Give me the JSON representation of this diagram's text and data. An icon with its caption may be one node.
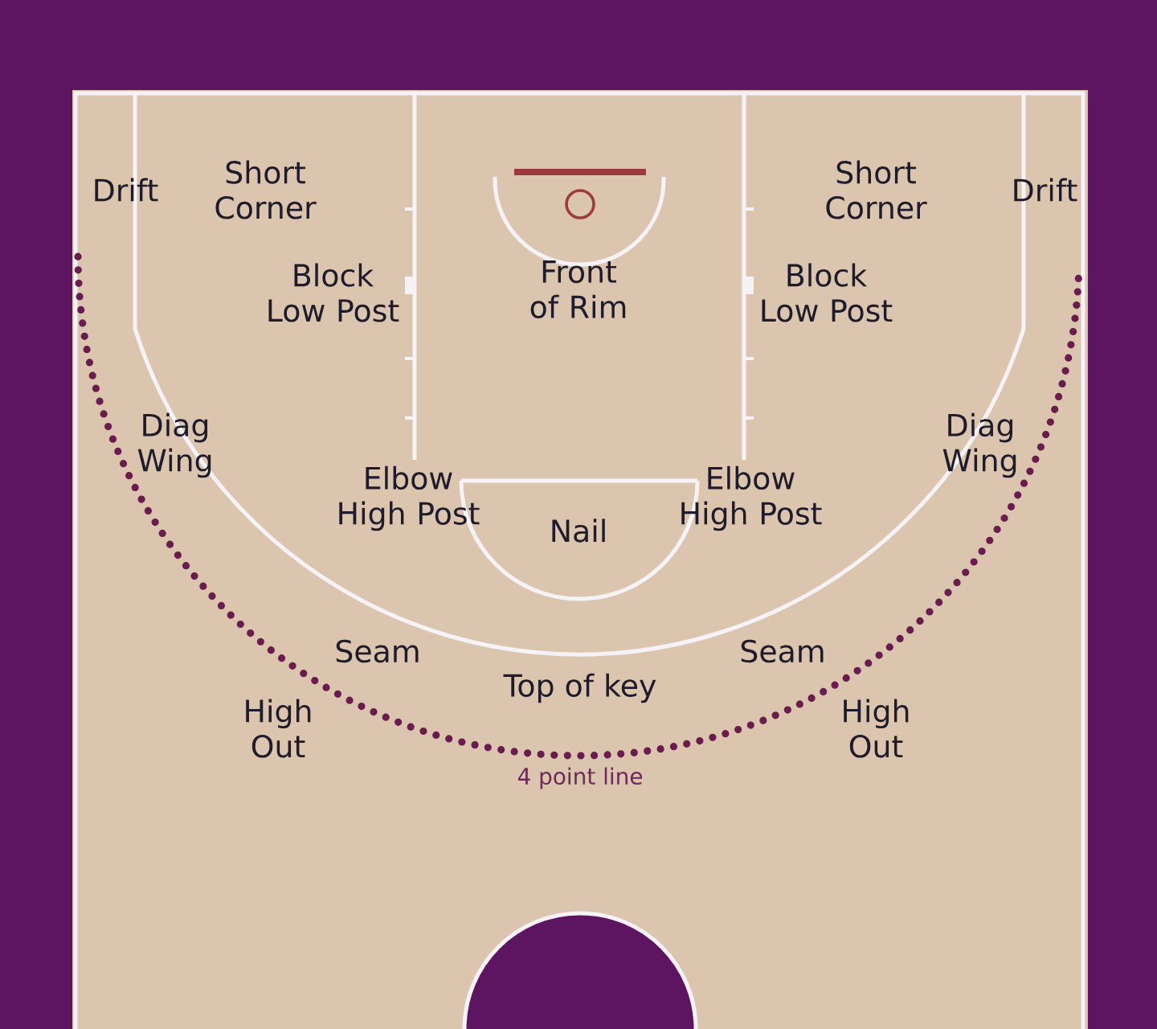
{
  "diagram": {
    "labels": [
      "Drift",
      "Short Corner",
      "Short Corner",
      "Drift",
      "Block Low Post",
      "Front of Rim",
      "Block Low Post",
      "Diag Wing",
      "Diag Wing",
      "Elbow High Post",
      "Elbow High Post",
      "Nail",
      "Seam",
      "Seam",
      "Top of key",
      "High Out",
      "High Out",
      "4 point line"
    ]
  }
}
